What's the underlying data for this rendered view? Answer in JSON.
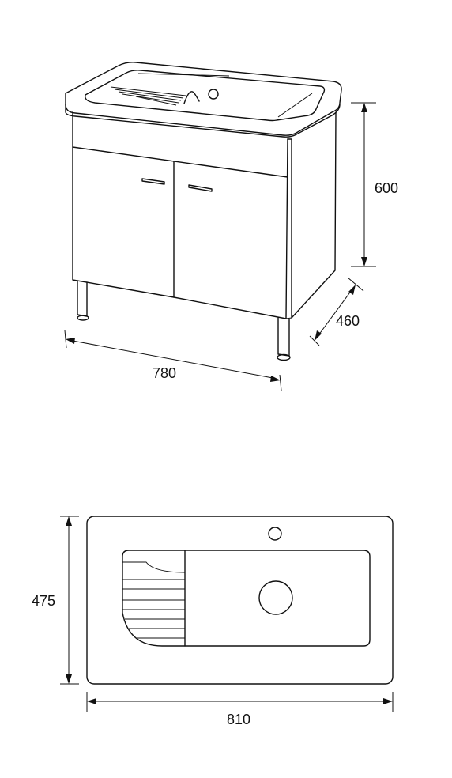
{
  "dimensions": {
    "cabinet_width": "780",
    "cabinet_depth": "460",
    "cabinet_height": "600",
    "basin_width": "810",
    "basin_depth": "475"
  },
  "colors": {
    "line": "#111111",
    "background": "#ffffff"
  }
}
